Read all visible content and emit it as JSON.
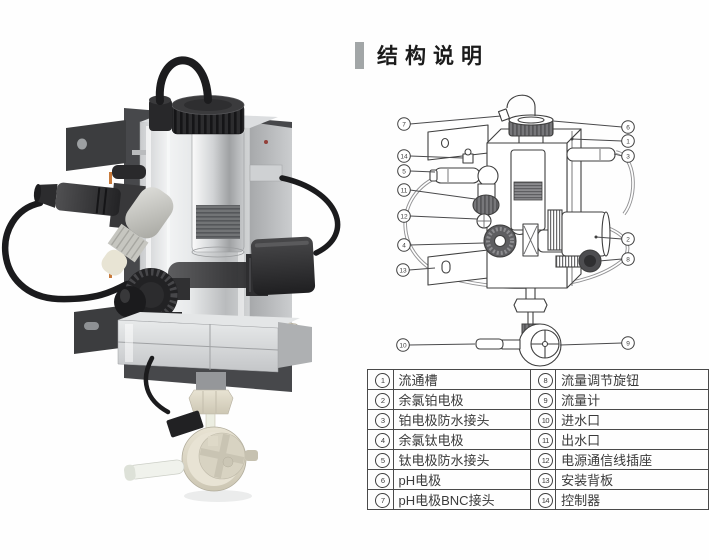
{
  "header": {
    "title": "结构说明"
  },
  "diagram": {
    "callouts": [
      "1",
      "2",
      "3",
      "4",
      "5",
      "6",
      "7",
      "8",
      "9",
      "10",
      "11",
      "12",
      "13",
      "14"
    ]
  },
  "parts_table": {
    "left": [
      {
        "num": "1",
        "label": "流通槽"
      },
      {
        "num": "2",
        "label": "余氯铂电极"
      },
      {
        "num": "3",
        "label": "铂电极防水接头"
      },
      {
        "num": "4",
        "label": "余氯钛电极"
      },
      {
        "num": "5",
        "label": "钛电极防水接头"
      },
      {
        "num": "6",
        "label": "pH电极"
      },
      {
        "num": "7",
        "label": "pH电极BNC接头"
      }
    ],
    "right": [
      {
        "num": "8",
        "label": "流量调节旋钮"
      },
      {
        "num": "9",
        "label": "流量计"
      },
      {
        "num": "10",
        "label": "进水口"
      },
      {
        "num": "11",
        "label": "出水口"
      },
      {
        "num": "12",
        "label": "电源通信线插座"
      },
      {
        "num": "13",
        "label": "安装背板"
      },
      {
        "num": "14",
        "label": "控制器"
      }
    ]
  },
  "colors": {
    "accent_bar": "#a2a6a7",
    "table_border": "#4a4a4a",
    "diagram_line": "#3f3f3f",
    "flow_meter_cream": "#ded9c9",
    "hardware_black": "#232325"
  }
}
